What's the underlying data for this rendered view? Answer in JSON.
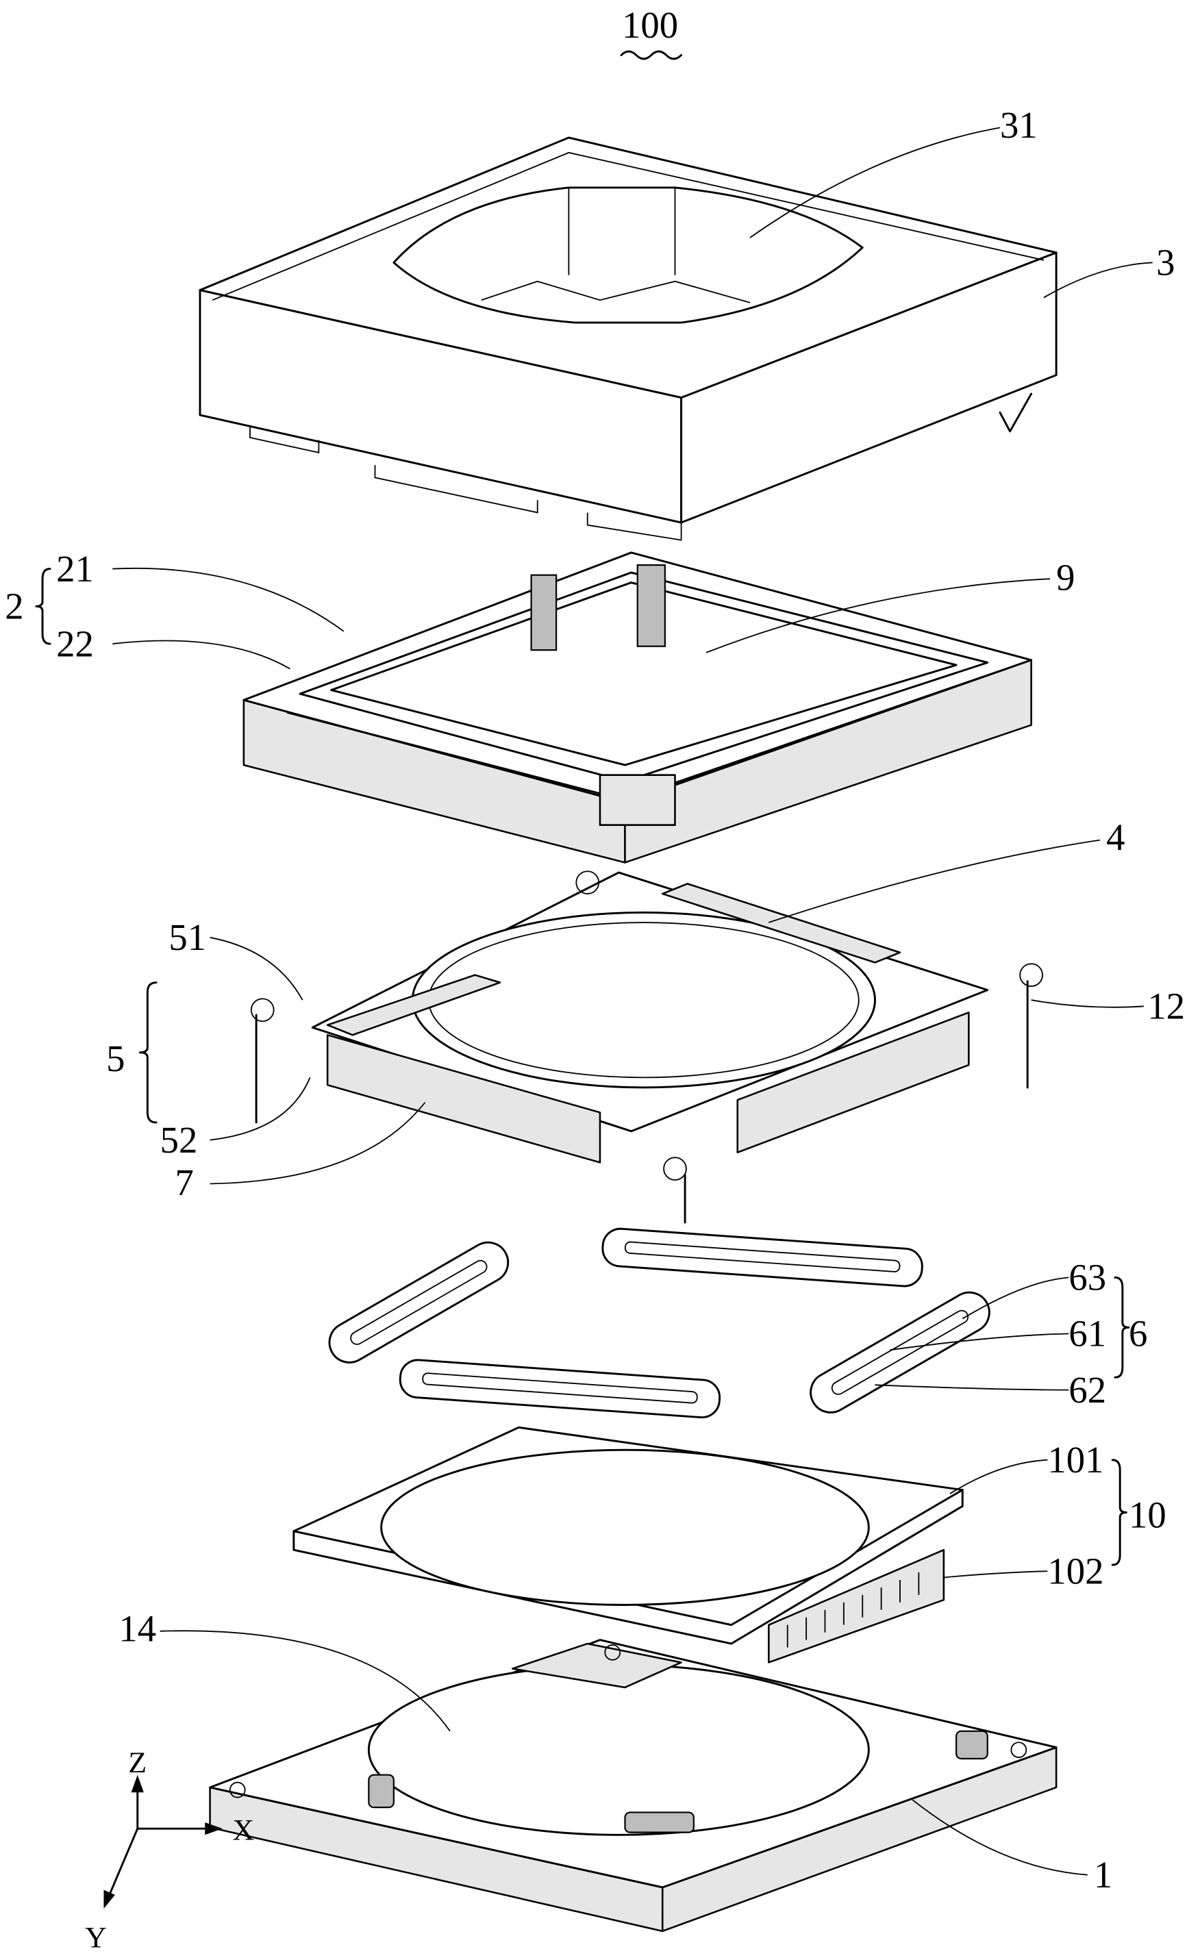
{
  "figure": {
    "assembly_label": "100",
    "axes": {
      "z": "Z",
      "x": "X",
      "y": "Y"
    },
    "labels": {
      "l31": "31",
      "l3": "3",
      "l2": "2",
      "l21": "21",
      "l22": "22",
      "l9": "9",
      "l4": "4",
      "l5": "5",
      "l51": "51",
      "l52": "52",
      "l7": "7",
      "l12": "12",
      "l6": "6",
      "l63": "63",
      "l61": "61",
      "l62": "62",
      "l10": "10",
      "l101": "101",
      "l102": "102",
      "l14": "14",
      "l1": "1"
    }
  }
}
